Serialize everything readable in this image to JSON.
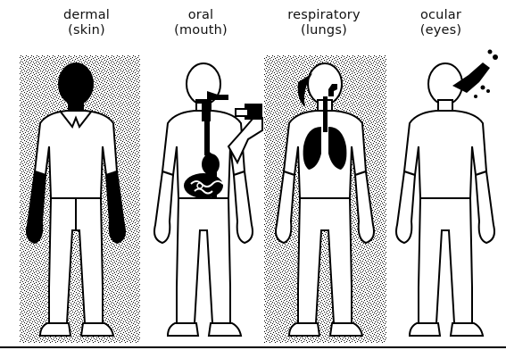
{
  "panels": [
    {
      "route": "dermal",
      "body_part": "(skin)"
    },
    {
      "route": "oral",
      "body_part": "(mouth)"
    },
    {
      "route": "respiratory",
      "body_part": "(lungs)"
    },
    {
      "route": "ocular",
      "body_part": "(eyes)"
    }
  ],
  "colors": {
    "ink": "#000000",
    "paper": "#ffffff"
  }
}
